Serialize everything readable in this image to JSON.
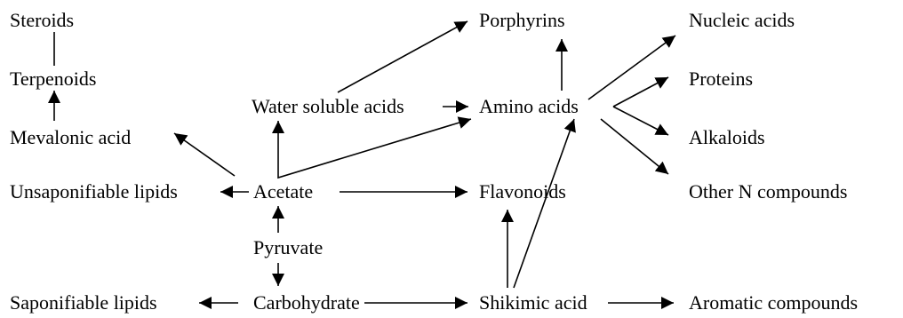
{
  "diagram": {
    "stroke_color": "#000000",
    "nodes": {
      "steroids": "Steroids",
      "terpenoids": "Terpenoids",
      "mevalonic_acid": "Mevalonic acid",
      "unsaponifiable_lipids": "Unsaponifiable lipids",
      "saponifiable_lipids": "Saponifiable lipids",
      "water_soluble_acids": "Water soluble acids",
      "acetate": "Acetate",
      "pyruvate": "Pyruvate",
      "carbohydrate": "Carbohydrate",
      "porphyrins": "Porphyrins",
      "amino_acids": "Amino acids",
      "flavonoids": "Flavonoids",
      "shikimic_acid": "Shikimic acid",
      "nucleic_acids": "Nucleic acids",
      "proteins": "Proteins",
      "alkaloids": "Alkaloids",
      "other_n_compounds": "Other N compounds",
      "aromatic_compounds": "Aromatic compounds"
    },
    "edges": [
      {
        "from": "terpenoids",
        "to": "steroids"
      },
      {
        "from": "mevalonic_acid",
        "to": "terpenoids"
      },
      {
        "from": "acetate",
        "to": "mevalonic_acid"
      },
      {
        "from": "acetate",
        "to": "unsaponifiable_lipids"
      },
      {
        "from": "acetate",
        "to": "water_soluble_acids"
      },
      {
        "from": "acetate",
        "to": "amino_acids"
      },
      {
        "from": "acetate",
        "to": "flavonoids"
      },
      {
        "from": "water_soluble_acids",
        "to": "porphyrins"
      },
      {
        "from": "water_soluble_acids",
        "to": "amino_acids"
      },
      {
        "from": "pyruvate",
        "to": "acetate"
      },
      {
        "from": "pyruvate",
        "to": "carbohydrate"
      },
      {
        "from": "carbohydrate",
        "to": "saponifiable_lipids"
      },
      {
        "from": "carbohydrate",
        "to": "shikimic_acid"
      },
      {
        "from": "shikimic_acid",
        "to": "flavonoids"
      },
      {
        "from": "shikimic_acid",
        "to": "amino_acids"
      },
      {
        "from": "shikimic_acid",
        "to": "aromatic_compounds"
      },
      {
        "from": "amino_acids",
        "to": "porphyrins"
      },
      {
        "from": "amino_acids",
        "to": "nucleic_acids"
      },
      {
        "from": "amino_acids",
        "to": "proteins"
      },
      {
        "from": "amino_acids",
        "to": "alkaloids"
      },
      {
        "from": "amino_acids",
        "to": "other_n_compounds"
      }
    ]
  }
}
